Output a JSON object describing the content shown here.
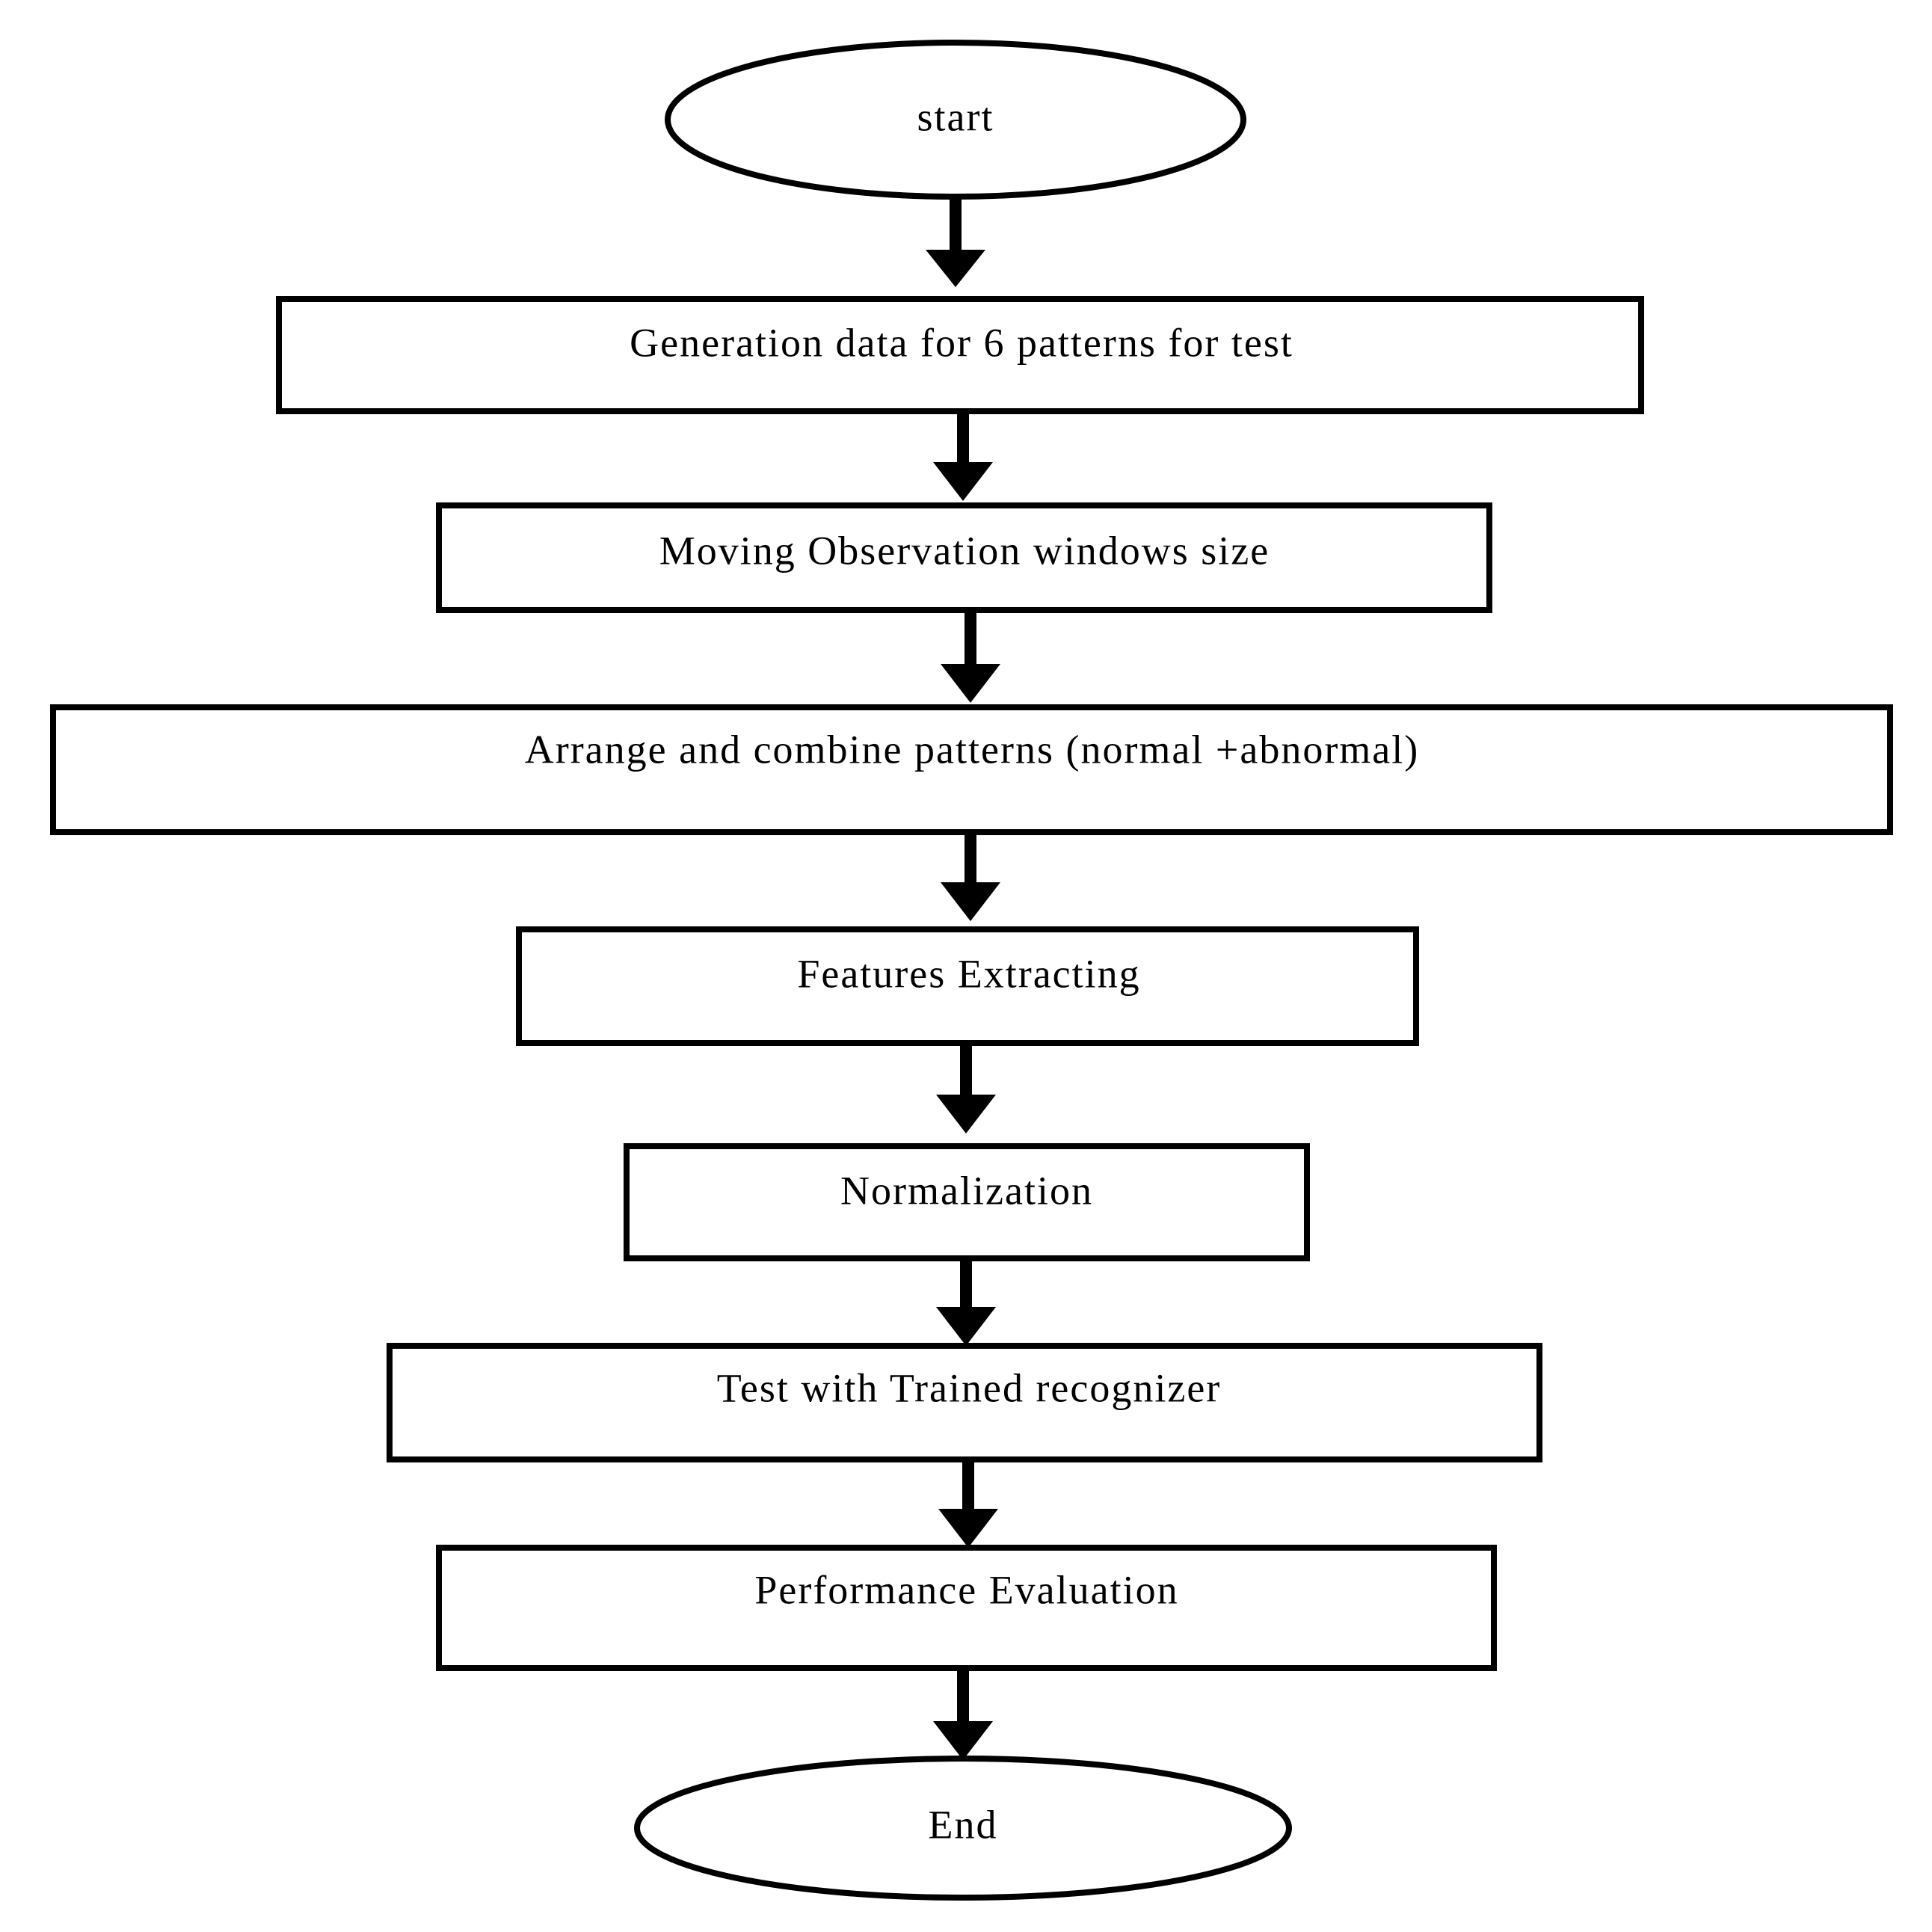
{
  "diagram": {
    "type": "flowchart",
    "direction": "top-to-bottom",
    "nodes": [
      {
        "id": "start",
        "shape": "ellipse",
        "label": "start"
      },
      {
        "id": "generation",
        "shape": "rect",
        "label": "Generation data for 6 patterns for test"
      },
      {
        "id": "moving-window",
        "shape": "rect",
        "label": "Moving Observation windows size"
      },
      {
        "id": "arrange-combine",
        "shape": "rect",
        "label": "Arrange and combine patterns (normal +abnormal)"
      },
      {
        "id": "features",
        "shape": "rect",
        "label": "Features Extracting"
      },
      {
        "id": "normalization",
        "shape": "rect",
        "label": "Normalization"
      },
      {
        "id": "test",
        "shape": "rect",
        "label": "Test with Trained recognizer"
      },
      {
        "id": "performance",
        "shape": "rect",
        "label": "Performance Evaluation"
      },
      {
        "id": "end",
        "shape": "ellipse",
        "label": "End"
      }
    ],
    "edges": [
      {
        "from": "start",
        "to": "generation"
      },
      {
        "from": "generation",
        "to": "moving-window"
      },
      {
        "from": "moving-window",
        "to": "arrange-combine"
      },
      {
        "from": "arrange-combine",
        "to": "features"
      },
      {
        "from": "features",
        "to": "normalization"
      },
      {
        "from": "normalization",
        "to": "test"
      },
      {
        "from": "test",
        "to": "performance"
      },
      {
        "from": "performance",
        "to": "end"
      }
    ],
    "colors": {
      "stroke": "#000000",
      "fill": "#ffffff",
      "text": "#000000"
    }
  }
}
